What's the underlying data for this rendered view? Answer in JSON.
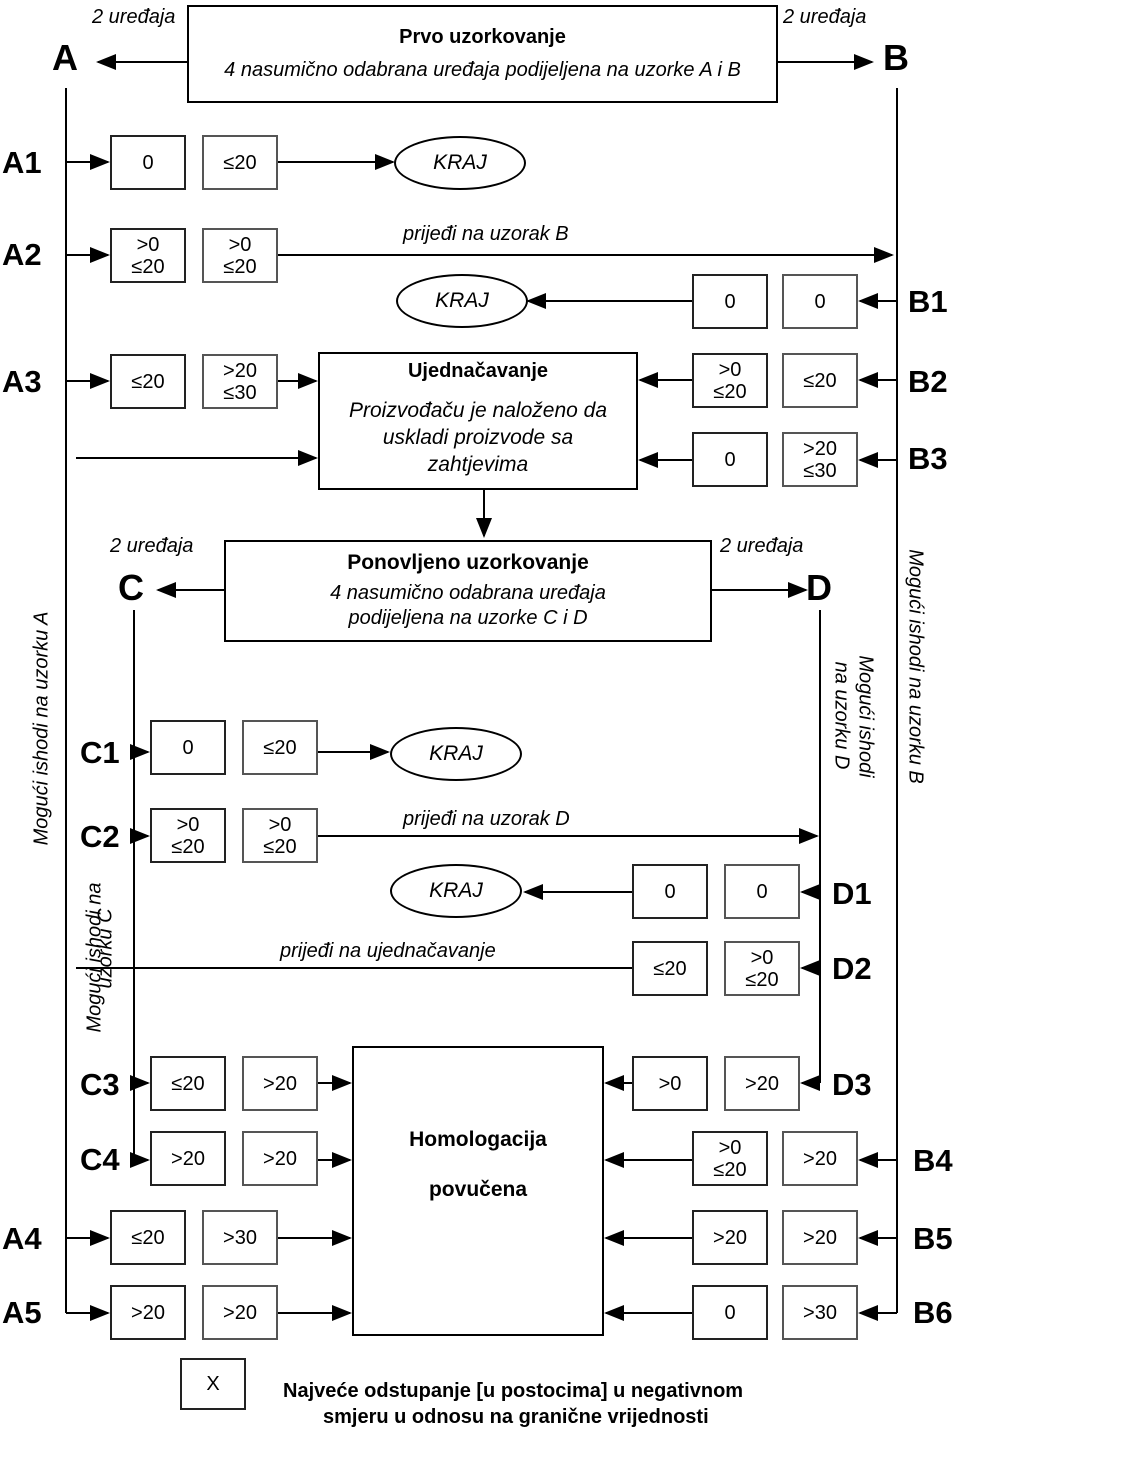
{
  "first_sampling": {
    "title": "Prvo uzorkovanje",
    "text": "4 nasumično odabrana uređaja podijeljena na uzorke A i B",
    "left_label": "2 uređaja",
    "right_label": "2 uređaja"
  },
  "samples": {
    "A": "A",
    "B": "B",
    "C": "C",
    "D": "D"
  },
  "outcomes": {
    "A1": {
      "label": "A1",
      "c1": "0",
      "c2": "≤20"
    },
    "A2": {
      "label": "A2",
      "c1": ">0\n≤20",
      "c2": ">0\n≤20"
    },
    "A3": {
      "label": "A3",
      "c1": "≤20",
      "c2": ">20\n≤30"
    },
    "A4": {
      "label": "A4",
      "c1": "≤20",
      "c2": ">30"
    },
    "A5": {
      "label": "A5",
      "c1": ">20",
      "c2": ">20"
    },
    "B1": {
      "label": "B1",
      "c1": "0",
      "c2": "0"
    },
    "B2": {
      "label": "B2",
      "c1": ">0\n≤20",
      "c2": "≤20"
    },
    "B3": {
      "label": "B3",
      "c1": "0",
      "c2": ">20\n≤30"
    },
    "B4": {
      "label": "B4",
      "c1": ">0\n≤20",
      "c2": ">20"
    },
    "B5": {
      "label": "B5",
      "c1": ">20",
      "c2": ">20"
    },
    "B6": {
      "label": "B6",
      "c1": "0",
      "c2": ">30"
    },
    "C1": {
      "label": "C1",
      "c1": "0",
      "c2": "≤20"
    },
    "C2": {
      "label": "C2",
      "c1": ">0\n≤20",
      "c2": ">0\n≤20"
    },
    "C3": {
      "label": "C3",
      "c1": "≤20",
      "c2": ">20"
    },
    "C4": {
      "label": "C4",
      "c1": ">20",
      "c2": ">20"
    },
    "D1": {
      "label": "D1",
      "c1": "0",
      "c2": "0"
    },
    "D2": {
      "label": "D2",
      "c1": "≤20",
      "c2": ">0\n≤20"
    },
    "D3": {
      "label": "D3",
      "c1": ">0",
      "c2": ">20"
    }
  },
  "end_label": "KRAJ",
  "go_to_b": "prijeđi na uzorak B",
  "go_to_d": "prijeđi na uzorak D",
  "go_to_alignment": "prijeđi na ujednačavanje",
  "alignment": {
    "title": "Ujednačavanje",
    "text_lines": [
      "Proizvođaču je naloženo da",
      "uskladi proizvode sa",
      "zahtjevima"
    ]
  },
  "repeat_sampling": {
    "title": "Ponovljeno uzorkovanje",
    "text_lines": [
      "4 nasumično odabrana uređaja",
      "podijeljena na uzorke C i D"
    ],
    "left_label": "2 uređaja",
    "right_label": "2 uređaja"
  },
  "withdrawn": {
    "line1": "Homologacija",
    "line2": "povučena"
  },
  "side_labels": {
    "a": "Mogući ishodi na uzorku A",
    "b": "Mogući ishodi na uzorku B",
    "c_line1": "Mogući ishodi na",
    "c_line2": "uzorku C",
    "d_line1": "Mogući ishodi",
    "d_line2": "na uzorku D"
  },
  "legend": {
    "symbol": "X",
    "line1": "Najveće odstupanje [u postocima] u negativnom",
    "line2": "smjeru u odnosu na granične vrijednosti"
  }
}
